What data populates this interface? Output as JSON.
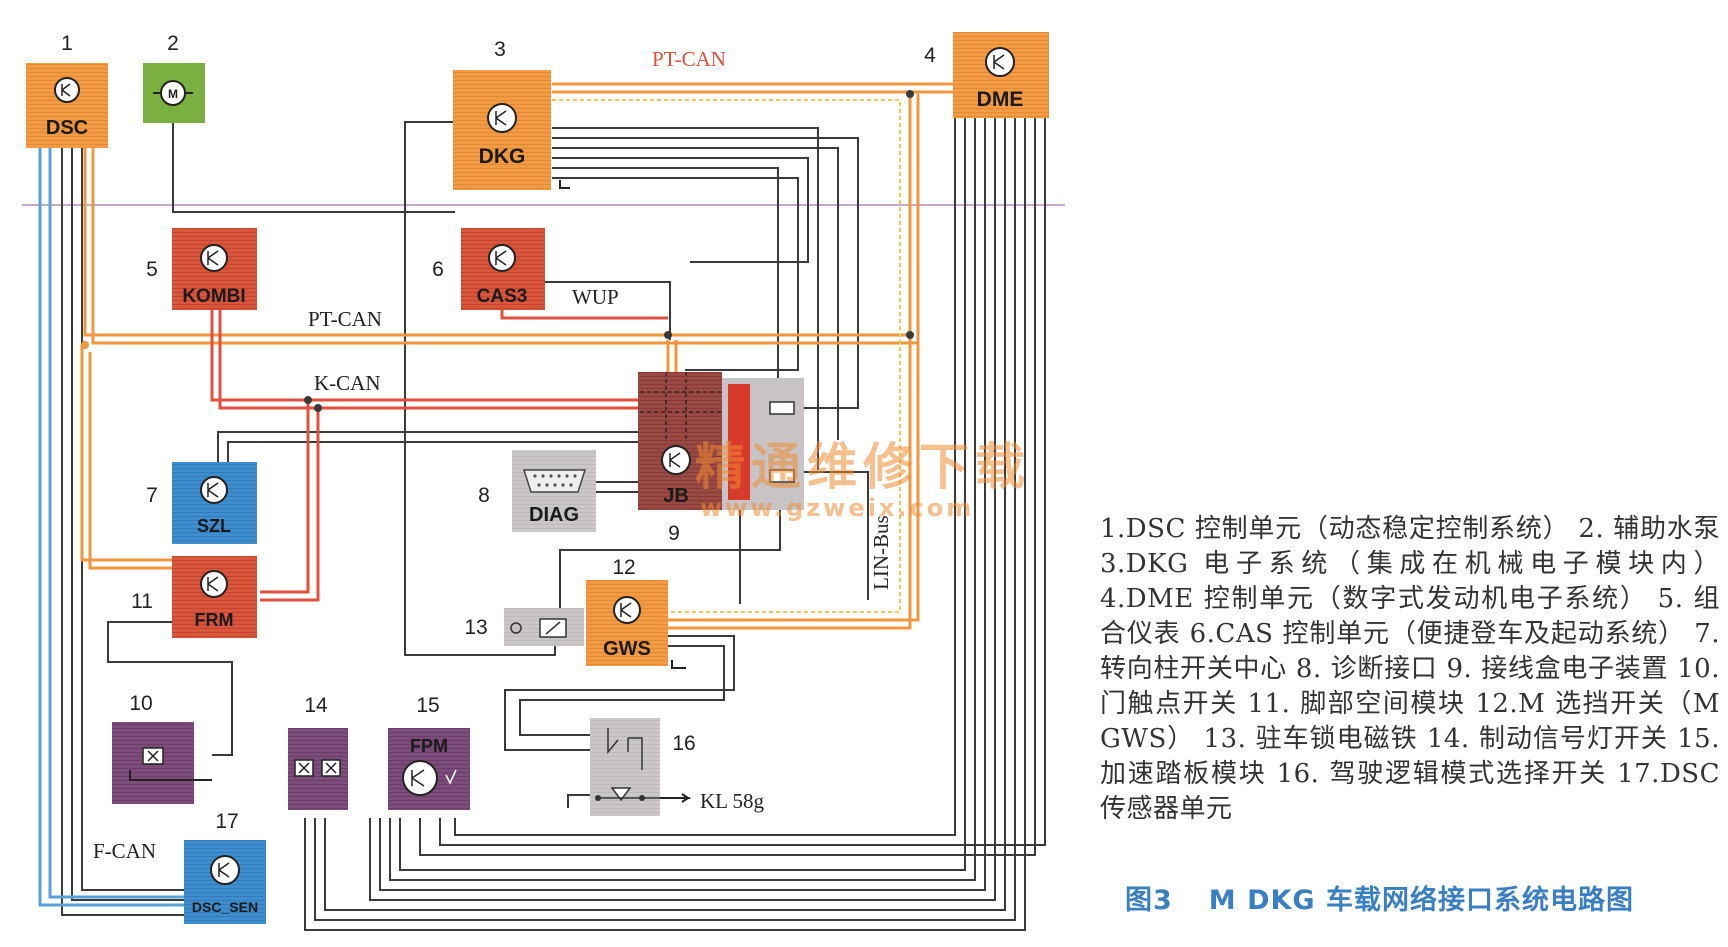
{
  "modules": {
    "dsc": {
      "num": "1",
      "label": "DSC"
    },
    "pump": {
      "num": "2",
      "icon": "motor-icon"
    },
    "dkg": {
      "num": "3",
      "label": "DKG"
    },
    "dme": {
      "num": "4",
      "label": "DME"
    },
    "kombi": {
      "num": "5",
      "label": "KOMBI"
    },
    "cas": {
      "num": "6",
      "label": "CAS3"
    },
    "szl": {
      "num": "7",
      "label": "SZL"
    },
    "diag": {
      "num": "8",
      "label": "DIAG"
    },
    "jb": {
      "num": "9",
      "label": "JB"
    },
    "door": {
      "num": "10"
    },
    "frm": {
      "num": "11",
      "label": "FRM"
    },
    "gws": {
      "num": "12",
      "label": "GWS"
    },
    "lock": {
      "num": "13"
    },
    "brake": {
      "num": "14"
    },
    "fpm": {
      "num": "15",
      "label": "FPM"
    },
    "drivelogic": {
      "num": "16",
      "terminal": "KL 58g"
    },
    "dscsen": {
      "num": "17",
      "label": "DSC_SEN"
    }
  },
  "buses": {
    "ptcan_top": "PT-CAN",
    "ptcan_mid": "PT-CAN",
    "kcan": "K-CAN",
    "wup": "WUP",
    "linbus": "LIN-Bus",
    "fcan": "F-CAN"
  },
  "watermark": {
    "cn": "精通维修下载",
    "url": "www.gzweix.com"
  },
  "legend": "1.DSC 控制单元（动态稳定控制系统） 2. 辅助水泵 3.DKG 电子系统（集成在机械电子模块内） 4.DME 控制单元（数字式发动机电子系统） 5. 组合仪表 6.CAS 控制单元（便捷登车及起动系统） 7. 转向柱开关中心 8. 诊断接口 9. 接线盒电子装置 10. 门触点开关 11. 脚部空间模块 12.M 选挡开关（M GWS） 13. 驻车锁电磁铁 14. 制动信号灯开关 15. 加速踏板模块 16. 驾驶逻辑模式选择开关 17.DSC 传感器单元",
  "caption": {
    "figure": "图3",
    "title": "M DKG 车载网络接口系统电路图"
  },
  "colors": {
    "orange_module": "#f0963c",
    "red_module": "#d8523a",
    "blue_module": "#3a88c8",
    "green_module": "#7ab040",
    "purple_module": "#7a4a78",
    "gray_module": "#c8c4c6",
    "ptcan_wire": "#f0963c",
    "kcan_wire": "#e0503c",
    "fcan_wire": "#5aa0d8",
    "caption_blue": "#3a7fc1"
  }
}
